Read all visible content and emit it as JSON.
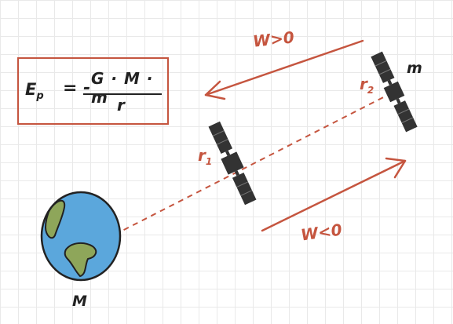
{
  "formula": {
    "lhs": "E",
    "lhs_sub": "p",
    "equals": "= -",
    "numerator": "G · M · m",
    "denominator": "r"
  },
  "labels": {
    "work_positive": "W>0",
    "work_negative": "W<0",
    "r1": "r",
    "r1_sub": "1",
    "r2": "r",
    "r2_sub": "2",
    "satellite_mass": "m",
    "earth_mass": "M"
  },
  "colors": {
    "accent": "#c5553f",
    "ink": "#222222",
    "ocean": "#5ba7dc",
    "land": "#8ea65a",
    "satellite": "#333333"
  }
}
